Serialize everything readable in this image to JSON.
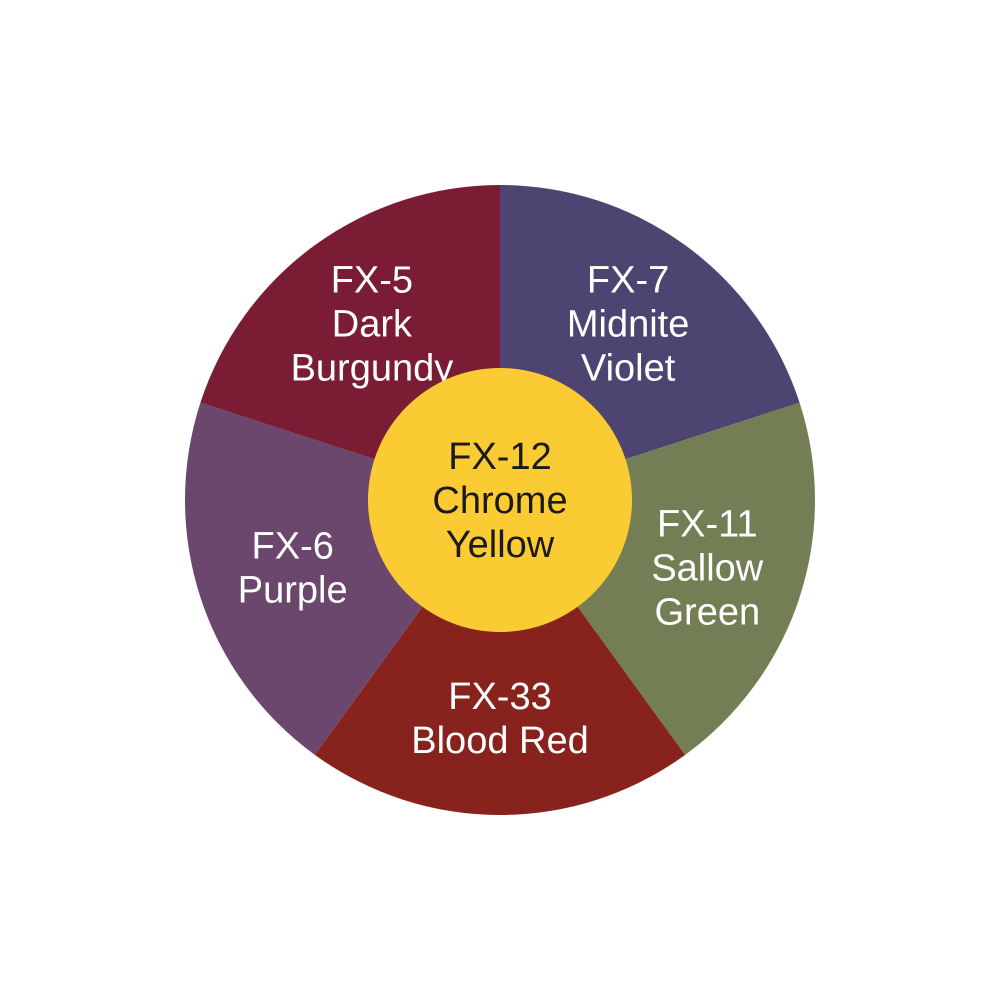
{
  "center": {
    "lines": [
      "FX-12",
      "Chrome",
      "Yellow"
    ],
    "color": "#FBCB33",
    "text_color": "#1a1a1a"
  },
  "segments": [
    {
      "id": "fx-7",
      "lines": [
        "FX-7",
        "Midnite",
        "Violet"
      ],
      "color": "#4D4471"
    },
    {
      "id": "fx-11",
      "lines": [
        "FX-11",
        "Sallow",
        "Green"
      ],
      "color": "#737E54"
    },
    {
      "id": "fx-33",
      "lines": [
        "FX-33",
        "Blood Red"
      ],
      "color": "#88221C"
    },
    {
      "id": "fx-6",
      "lines": [
        "FX-6",
        "Purple"
      ],
      "color": "#6B466D"
    },
    {
      "id": "fx-5",
      "lines": [
        "FX-5",
        "Dark",
        "Burgundy"
      ],
      "color": "#7A1C33"
    }
  ],
  "segment_text_color": "#ffffff"
}
